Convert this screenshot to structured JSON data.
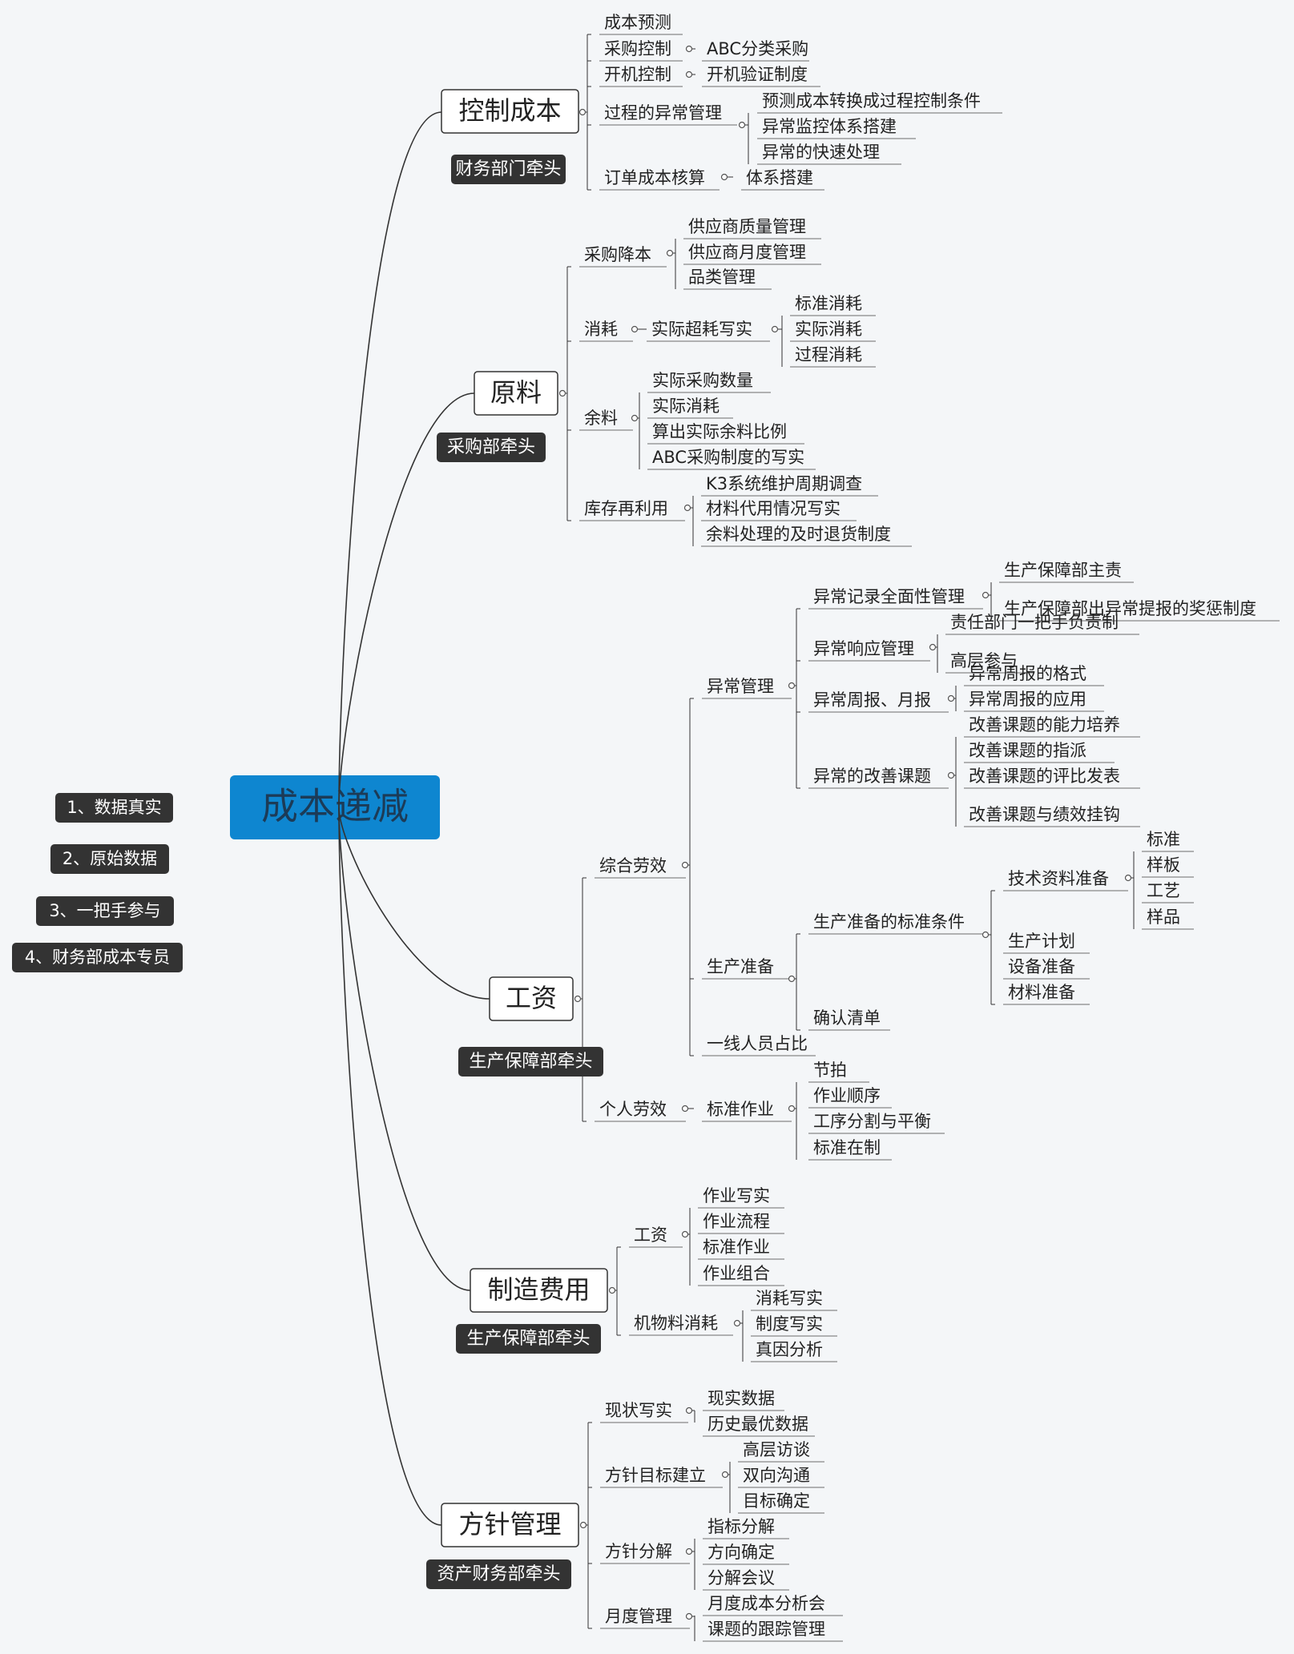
{
  "map": {
    "root": "成本递减",
    "notes": [
      "1、数据真实",
      "2、原始数据",
      "3、一把手参与",
      "4、财务部成本专员"
    ],
    "branches": [
      {
        "label": "控制成本",
        "tag": "财务部门牵头",
        "children": [
          {
            "label": "成本预测"
          },
          {
            "label": "采购控制",
            "children": [
              {
                "label": "ABC分类采购"
              }
            ]
          },
          {
            "label": "开机控制",
            "children": [
              {
                "label": "开机验证制度"
              }
            ]
          },
          {
            "label": "过程的异常管理",
            "children": [
              {
                "label": "预测成本转换成过程控制条件"
              },
              {
                "label": "异常监控体系搭建"
              },
              {
                "label": "异常的快速处理"
              }
            ]
          },
          {
            "label": "订单成本核算",
            "children": [
              {
                "label": "体系搭建"
              }
            ]
          }
        ]
      },
      {
        "label": "原料",
        "tag": "采购部牵头",
        "children": [
          {
            "label": "采购降本",
            "children": [
              {
                "label": "供应商质量管理"
              },
              {
                "label": "供应商月度管理"
              },
              {
                "label": "品类管理"
              }
            ]
          },
          {
            "label": "消耗",
            "children": [
              {
                "label": "实际超耗写实",
                "children": [
                  {
                    "label": "标准消耗"
                  },
                  {
                    "label": "实际消耗"
                  },
                  {
                    "label": "过程消耗"
                  }
                ]
              }
            ]
          },
          {
            "label": "余料",
            "children": [
              {
                "label": "实际采购数量"
              },
              {
                "label": "实际消耗"
              },
              {
                "label": "算出实际余料比例"
              },
              {
                "label": "ABC采购制度的写实"
              }
            ]
          },
          {
            "label": "库存再利用",
            "children": [
              {
                "label": "K3系统维护周期调查"
              },
              {
                "label": "材料代用情况写实"
              },
              {
                "label": "余料处理的及时退货制度"
              }
            ]
          }
        ]
      },
      {
        "label": "工资",
        "tag": "生产保障部牵头",
        "children": [
          {
            "label": "综合劳效",
            "children": [
              {
                "label": "异常管理",
                "children": [
                  {
                    "label": "异常记录全面性管理",
                    "children": [
                      {
                        "label": "生产保障部主责"
                      },
                      {
                        "label": "生产保障部出异常提报的奖惩制度"
                      }
                    ]
                  },
                  {
                    "label": "异常响应管理",
                    "children": [
                      {
                        "label": "责任部门一把手负责制"
                      },
                      {
                        "label": "高层参与"
                      }
                    ]
                  },
                  {
                    "label": "异常周报、月报",
                    "children": [
                      {
                        "label": "异常周报的格式"
                      },
                      {
                        "label": "异常周报的应用"
                      }
                    ]
                  },
                  {
                    "label": "异常的改善课题",
                    "children": [
                      {
                        "label": "改善课题的能力培养"
                      },
                      {
                        "label": "改善课题的指派"
                      },
                      {
                        "label": "改善课题的评比发表"
                      },
                      {
                        "label": "改善课题与绩效挂钩"
                      }
                    ]
                  }
                ]
              },
              {
                "label": "生产准备",
                "children": [
                  {
                    "label": "生产准备的标准条件",
                    "children": [
                      {
                        "label": "技术资料准备",
                        "children": [
                          {
                            "label": "标准"
                          },
                          {
                            "label": "样板"
                          },
                          {
                            "label": "工艺"
                          },
                          {
                            "label": "样品"
                          }
                        ]
                      },
                      {
                        "label": "生产计划"
                      },
                      {
                        "label": "设备准备"
                      },
                      {
                        "label": "材料准备"
                      }
                    ]
                  },
                  {
                    "label": "确认清单"
                  }
                ]
              },
              {
                "label": "一线人员占比"
              }
            ]
          },
          {
            "label": "个人劳效",
            "children": [
              {
                "label": "标准作业",
                "children": [
                  {
                    "label": "节拍"
                  },
                  {
                    "label": "作业顺序"
                  },
                  {
                    "label": "工序分割与平衡"
                  },
                  {
                    "label": "标准在制"
                  }
                ]
              }
            ]
          }
        ]
      },
      {
        "label": "制造费用",
        "tag": "生产保障部牵头",
        "children": [
          {
            "label": "工资",
            "children": [
              {
                "label": "作业写实"
              },
              {
                "label": "作业流程"
              },
              {
                "label": "标准作业"
              },
              {
                "label": "作业组合"
              }
            ]
          },
          {
            "label": "机物料消耗",
            "children": [
              {
                "label": "消耗写实"
              },
              {
                "label": "制度写实"
              },
              {
                "label": "真因分析"
              }
            ]
          }
        ]
      },
      {
        "label": "方针管理",
        "tag": "资产财务部牵头",
        "children": [
          {
            "label": "现状写实",
            "children": [
              {
                "label": "现实数据"
              },
              {
                "label": "历史最优数据"
              }
            ]
          },
          {
            "label": "方针目标建立",
            "children": [
              {
                "label": "高层访谈"
              },
              {
                "label": "双向沟通"
              },
              {
                "label": "目标确定"
              }
            ]
          },
          {
            "label": "方针分解",
            "children": [
              {
                "label": "指标分解"
              },
              {
                "label": "方向确定"
              },
              {
                "label": "分解会议"
              }
            ]
          },
          {
            "label": "月度管理",
            "children": [
              {
                "label": "月度成本分析会"
              },
              {
                "label": "课题的跟踪管理"
              }
            ]
          }
        ]
      }
    ]
  },
  "colors": {
    "background": "#f4f6f8",
    "root_fill": "#0e86d0",
    "root_text": "#1c3b57",
    "line": "#333333",
    "leaf_underline": "#888888",
    "tag_fill": "#333333",
    "box_fill": "#ffffff"
  }
}
